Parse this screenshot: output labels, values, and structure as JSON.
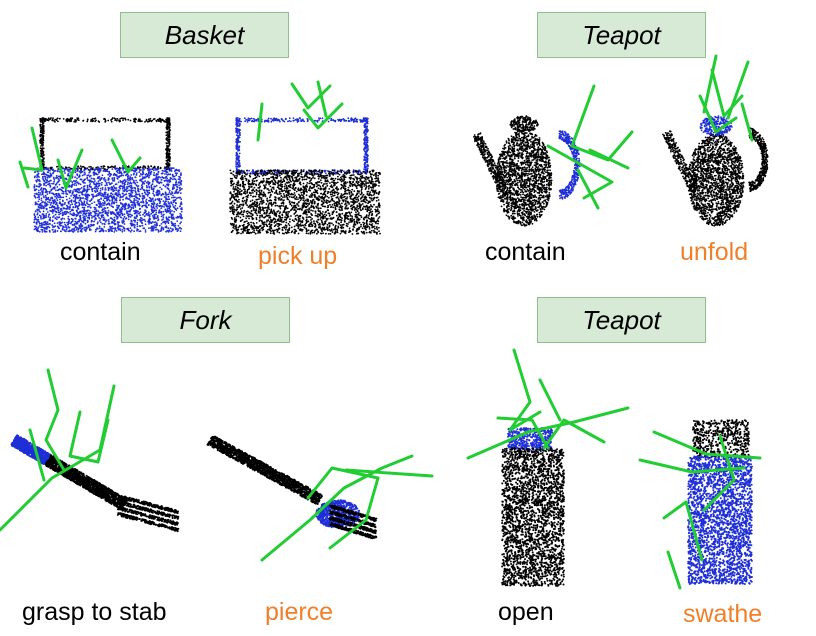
{
  "colors": {
    "object_points": "#000000",
    "affordance_points": "#1f2fd6",
    "gripper": "#22cc33",
    "header_fill": "#d6ead6",
    "header_border": "#8fbf8f",
    "seen_label": "#000000",
    "novel_label": "#f07f2a"
  },
  "panels": [
    {
      "title": "Basket",
      "labels": [
        {
          "text": "contain",
          "kind": "seen"
        },
        {
          "text": "pick up",
          "kind": "novel"
        }
      ]
    },
    {
      "title": "Teapot",
      "labels": [
        {
          "text": "contain",
          "kind": "seen"
        },
        {
          "text": "unfold",
          "kind": "novel"
        }
      ]
    },
    {
      "title": "Fork",
      "labels": [
        {
          "text": "grasp to stab",
          "kind": "seen"
        },
        {
          "text": "pierce",
          "kind": "novel"
        }
      ]
    },
    {
      "title": "Teapot",
      "labels": [
        {
          "text": "open",
          "kind": "seen"
        },
        {
          "text": "swathe",
          "kind": "novel"
        }
      ]
    }
  ]
}
